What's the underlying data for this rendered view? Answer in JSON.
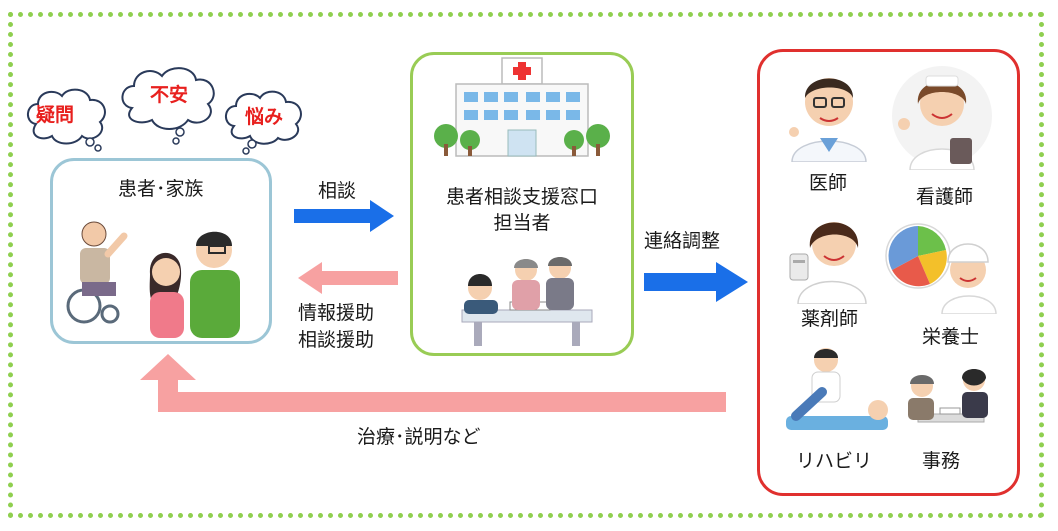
{
  "worries": {
    "item1": "疑問",
    "item2": "不安",
    "item3": "悩み"
  },
  "family_box": {
    "title": "患者･家族"
  },
  "desk_box": {
    "title_line1": "患者相談支援窓口",
    "title_line2": "担当者"
  },
  "arrows": {
    "consult": "相談",
    "support_line1": "情報援助",
    "support_line2": "相談援助",
    "coordinate": "連絡調整",
    "treatment": "治療･説明など"
  },
  "staff": {
    "doctor": "医師",
    "nurse": "看護師",
    "pharmacist": "薬剤師",
    "dietitian": "栄養士",
    "rehab": "リハビリ",
    "office": "事務"
  },
  "colors": {
    "frame": "#8fcf4f",
    "blue_arrow": "#1a6fe8",
    "pink_arrow": "#f7a1a1",
    "red_text": "#e8201e"
  }
}
